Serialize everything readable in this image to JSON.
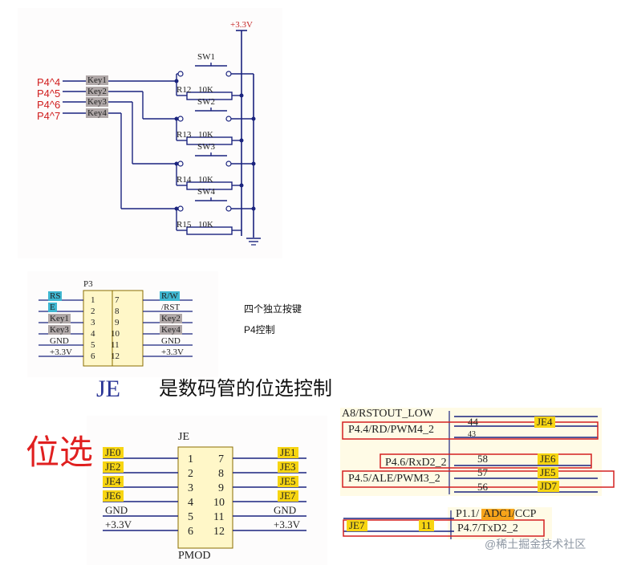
{
  "schematic_top": {
    "supply": "+3.3V",
    "ports": [
      "P4^4",
      "P4^5",
      "P4^6",
      "P4^7"
    ],
    "keys": [
      "Key1",
      "Key2",
      "Key3",
      "Key4"
    ],
    "switches": [
      "SW1",
      "SW2",
      "SW3",
      "SW4"
    ],
    "resistors": [
      {
        "ref": "R12",
        "value": "10K"
      },
      {
        "ref": "R13",
        "value": "10K"
      },
      {
        "ref": "R14",
        "value": "10K"
      },
      {
        "ref": "R15",
        "value": "10K"
      }
    ]
  },
  "header_p3": {
    "ref": "P3",
    "left_labels": [
      "RS",
      "E",
      "Key1",
      "Key3",
      "GND",
      "+3.3V"
    ],
    "right_labels": [
      "R/W",
      "/RST",
      "Key2",
      "Key4",
      "GND",
      "+3.3V"
    ],
    "left_pins": [
      "1",
      "2",
      "3",
      "4",
      "5",
      "6"
    ],
    "right_pins": [
      "7",
      "8",
      "9",
      "10",
      "11",
      "12"
    ]
  },
  "notes": {
    "line1": "四个独立按键",
    "line2": "P4控制"
  },
  "je_caption": {
    "je": "JE",
    "text": "是数码管的位选控制"
  },
  "weixuan": "位选",
  "header_je": {
    "ref": "JE",
    "footer": "PMOD",
    "left_labels": [
      "JE0",
      "JE2",
      "JE4",
      "JE6",
      "GND",
      "+3.3V"
    ],
    "right_labels": [
      "JE1",
      "JE3",
      "JE5",
      "JE7",
      "GND",
      "+3.3V"
    ],
    "left_pins": [
      "1",
      "2",
      "3",
      "4",
      "5",
      "6"
    ],
    "right_pins": [
      "7",
      "8",
      "9",
      "10",
      "11",
      "12"
    ]
  },
  "mcu_fragments": {
    "row0": "A8/RSTOUT_LOW",
    "row1_signal": "P4.4/RD/PWM4_2",
    "row1_pin": "44",
    "row1_net": "JE4",
    "row1_below": "43",
    "row2_signal": "P4.6/RxD2_2",
    "row2_pin": "58",
    "row2_net": "JE6",
    "row3_signal": "P4.5/ALE/PWM3_2",
    "row3_pin": "57",
    "row3_net": "JE5",
    "row4_pin": "56",
    "row4_net": "JD7",
    "row5_signal_a": "P1.1/",
    "row5_signal_b": "ADC1",
    "row5_signal_c": "/CCP",
    "row6_net": "JE7",
    "row6_pin": "11",
    "row6_signal": "P4.7/TxD2_2"
  },
  "watermark": "@稀土掘金技术社区"
}
